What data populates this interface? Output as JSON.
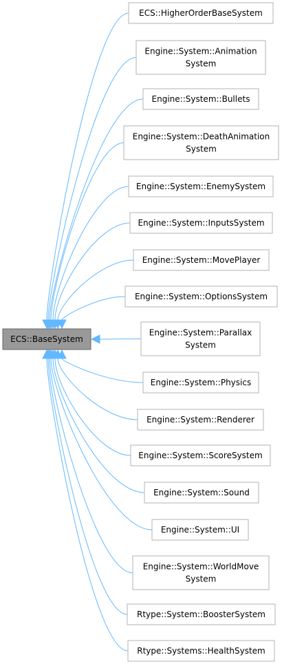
{
  "base": {
    "label": "ECS::BaseSystem"
  },
  "children": [
    {
      "lines": [
        "ECS::HigherOrderBaseSystem"
      ]
    },
    {
      "lines": [
        "Engine::System::Animation",
        "System"
      ]
    },
    {
      "lines": [
        "Engine::System::Bullets"
      ]
    },
    {
      "lines": [
        "Engine::System::DeathAnimation",
        "System"
      ]
    },
    {
      "lines": [
        "Engine::System::EnemySystem"
      ]
    },
    {
      "lines": [
        "Engine::System::InputsSystem"
      ]
    },
    {
      "lines": [
        "Engine::System::MovePlayer"
      ]
    },
    {
      "lines": [
        "Engine::System::OptionsSystem"
      ]
    },
    {
      "lines": [
        "Engine::System::Parallax",
        "System"
      ]
    },
    {
      "lines": [
        "Engine::System::Physics"
      ]
    },
    {
      "lines": [
        "Engine::System::Renderer"
      ]
    },
    {
      "lines": [
        "Engine::System::ScoreSystem"
      ]
    },
    {
      "lines": [
        "Engine::System::Sound"
      ]
    },
    {
      "lines": [
        "Engine::System::UI"
      ]
    },
    {
      "lines": [
        "Engine::System::WorldMove",
        "System"
      ]
    },
    {
      "lines": [
        "Rtype::System::BoosterSystem"
      ]
    },
    {
      "lines": [
        "Rtype::Systems::HealthSystem"
      ]
    }
  ],
  "colors": {
    "edge": "#63b8ff",
    "base_fill": "#999999",
    "base_stroke": "#666666",
    "node_stroke": "#b3b3b3",
    "text": "#000000"
  }
}
